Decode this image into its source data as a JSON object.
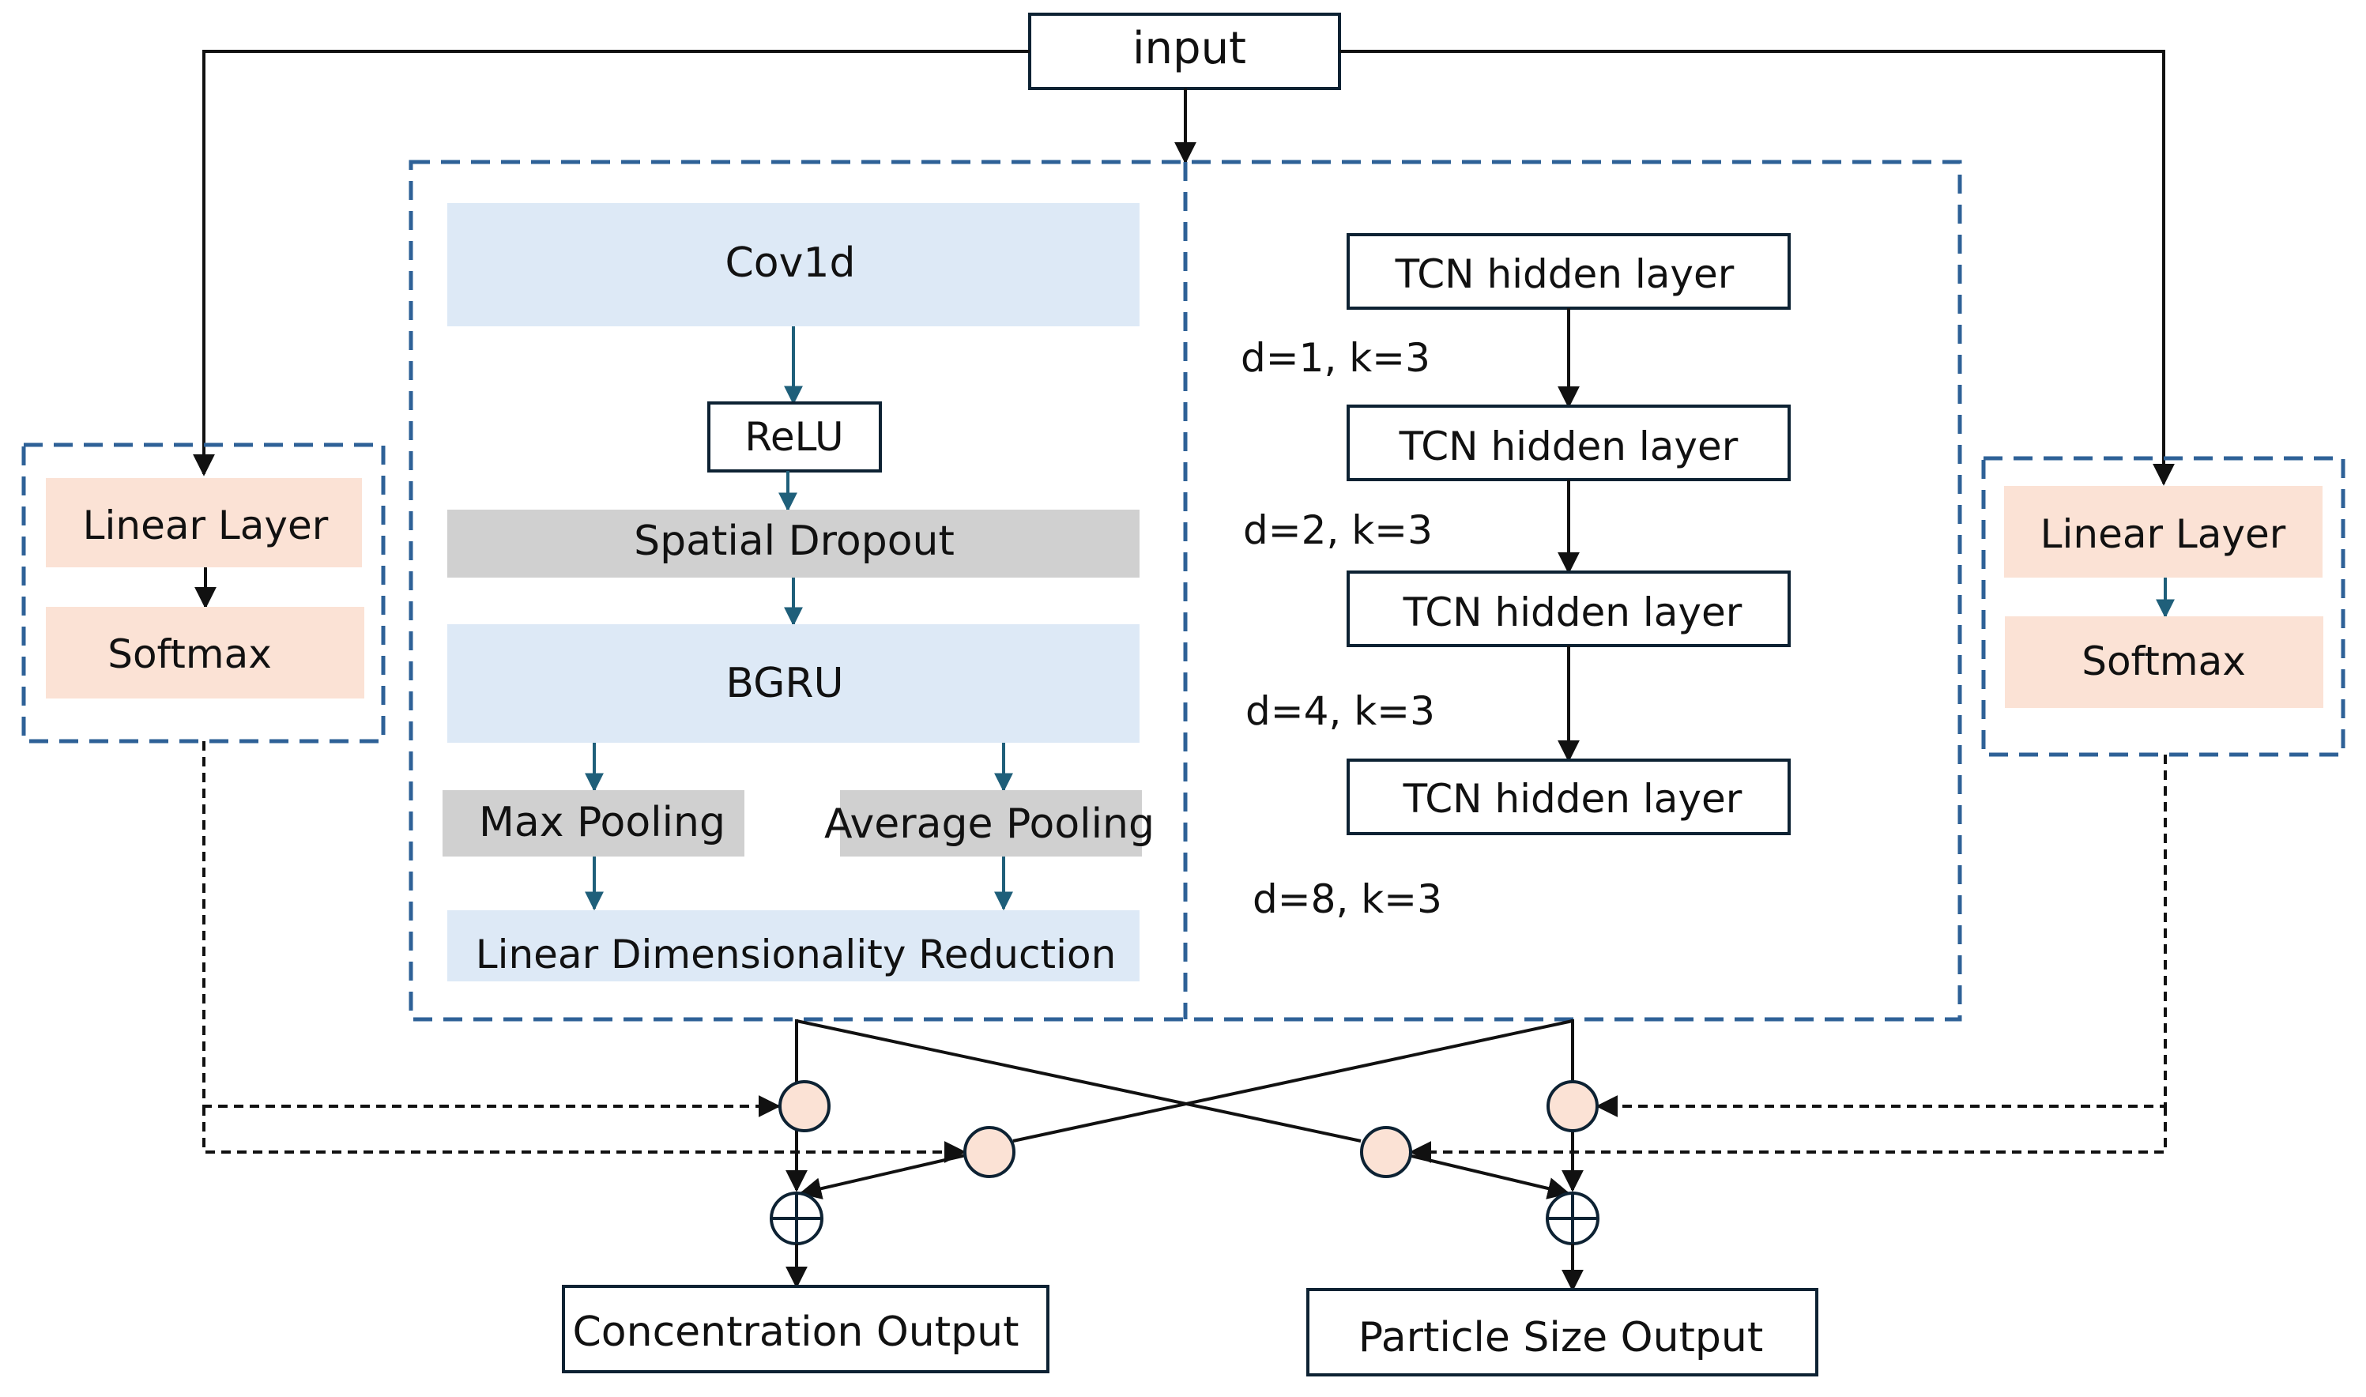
{
  "input": {
    "label": "input"
  },
  "cnn_branch": {
    "conv": "Cov1d",
    "relu": "ReLU",
    "dropout": "Spatial Dropout",
    "bgru": "BGRU",
    "max_pool": "Max Pooling",
    "avg_pool": "Average Pooling",
    "linear_reduction": "Linear Dimensionality Reduction"
  },
  "tcn_branch": {
    "layers": [
      "TCN hidden layer",
      "TCN hidden layer",
      "TCN hidden layer",
      "TCN hidden layer"
    ],
    "dilations": [
      "d=1, k=3",
      "d=2, k=3",
      "d=4, k=3",
      "d=8, k=3"
    ]
  },
  "left_attention": {
    "linear": "Linear Layer",
    "softmax": "Softmax"
  },
  "right_attention": {
    "linear": "Linear Layer",
    "softmax": "Softmax"
  },
  "outputs": {
    "concentration": "Concentration Output",
    "particle_size": "Particle Size Output"
  },
  "colors": {
    "dashed_border": "#2e6197",
    "light_blue": "#dde9f6",
    "gray": "#d0d0d0",
    "peach": "#fbe2d5",
    "arrow_blue": "#1f5f7a",
    "stroke": "#0d2233"
  }
}
